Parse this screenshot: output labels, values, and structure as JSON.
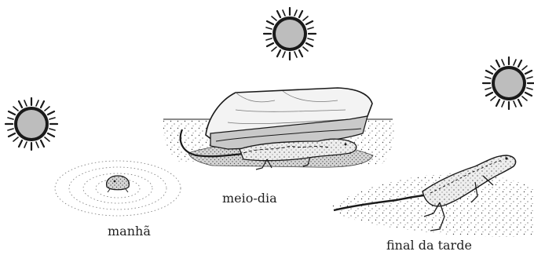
{
  "labels": {
    "morning": "manhã",
    "noon": "meio-dia",
    "afternoon": "final da tarde"
  },
  "icons": {
    "sun": "sun-icon",
    "rock": "rock-icon",
    "lizard": "lizard-icon"
  },
  "colors": {
    "ink": "#1a1a1a",
    "sun_fill": "#bdbdbd",
    "shadow": "#d8d8d8",
    "rock_face": "#f3f3f3",
    "background": "#ffffff"
  }
}
